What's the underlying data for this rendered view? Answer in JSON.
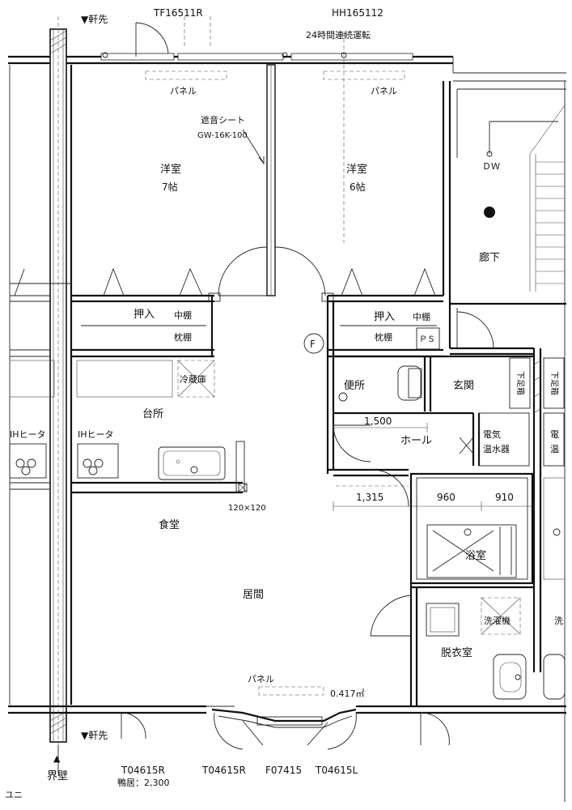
{
  "labels": {
    "eaves_top": "▼軒先",
    "code_top_left": "TF16511R",
    "code_top_right": "HH165112",
    "ventilation": "24時間連続運転",
    "panel_left": "パネル",
    "panel_right": "パネル",
    "panel_bottom": "パネル",
    "soundproof_sheet": "遮音シート",
    "soundproof_code": "GW-16K-100",
    "room_western1": "洋室",
    "room_western1_size": "7帖",
    "room_western2": "洋室",
    "room_western2_size": "6帖",
    "dw": "ＤＷ",
    "corridor": "廊下",
    "closet1": "押入",
    "closet1_mid": "中棚",
    "closet1_pillow": "枕棚",
    "closet2": "押入",
    "closet2_mid": "中棚",
    "closet2_pillow": "枕棚",
    "ps": "ＰＳ",
    "f_mark": "F",
    "refrigerator": "冷蔵庫",
    "toilet": "便所",
    "entrance": "玄関",
    "shoe_box1": "下足箱",
    "shoe_box2": "下足箱",
    "kitchen": "台所",
    "ih_heater1": "IHヒータ",
    "ih_heater2": "IHヒータ",
    "dim_1500": "1,500",
    "hall": "ホール",
    "water_heater1": "電気",
    "water_heater2": "温水器",
    "water_heater_right1": "電",
    "water_heater_right2": "温",
    "pillar": "120×120",
    "dim_1315": "1,315",
    "dim_960": "960",
    "dim_910": "910",
    "dining": "食堂",
    "bathroom": "浴室",
    "living": "居間",
    "washer": "洗濯機",
    "washer_right": "洗",
    "dressing": "脱衣室",
    "area": "0.417㎡",
    "eaves_bottom": "▼軒先",
    "party_wall": "界壁",
    "party_wall_arrow": "▲",
    "code_b1": "T04615R",
    "code_b2": "T04615R",
    "code_b3": "F07415",
    "code_b4": "T04615L",
    "lintel": "鴨居：2,300",
    "corner_mark": "ユニ"
  }
}
